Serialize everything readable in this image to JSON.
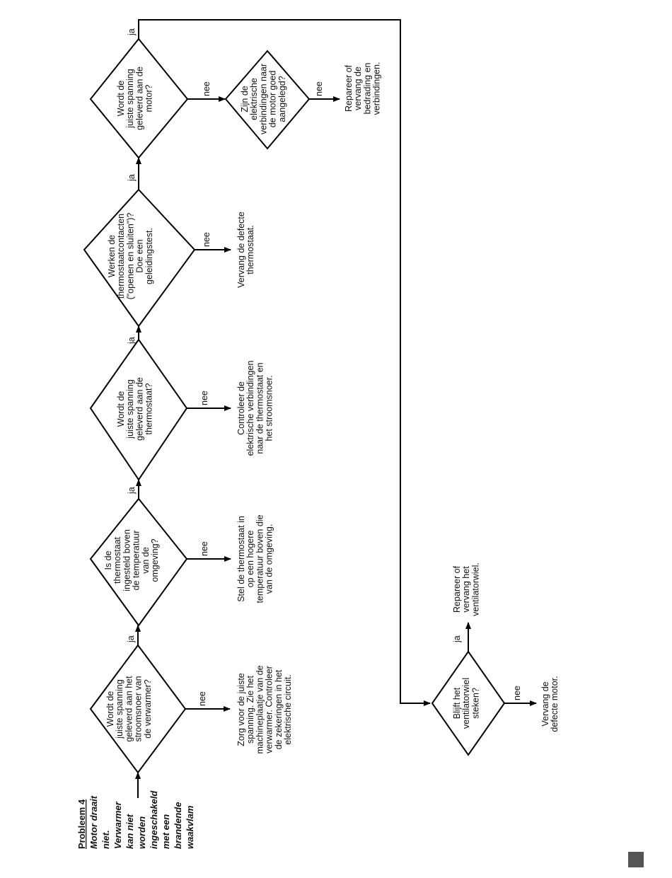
{
  "title": {
    "heading": "Probleem 4",
    "lines": [
      "Motor draait",
      "niet.",
      "Verwarmer",
      "kan niet",
      "worden",
      "ingeschakeld",
      "met een",
      "brandende",
      "waakvlam"
    ]
  },
  "decisions": [
    {
      "id": "d1",
      "lines": [
        "Wordt de",
        "juiste spanning",
        "geleverd aan het",
        "stroomsnoer van",
        "de verwarmer?"
      ]
    },
    {
      "id": "d2",
      "lines": [
        "Is de",
        "thermostaat",
        "ingesteld boven",
        "de temperatuur",
        "van de",
        "omgeving?"
      ]
    },
    {
      "id": "d3",
      "lines": [
        "Wordt de",
        "juiste spanning",
        "geleverd aan de",
        "thermostaat?"
      ]
    },
    {
      "id": "d4",
      "lines": [
        "Werken de",
        "thermostaatcontacten",
        "(\"openen en sluiten\")?",
        "Doe een",
        "geleidingstest."
      ]
    },
    {
      "id": "d5",
      "lines": [
        "Wordt de",
        "juiste spanning",
        "geleverd aan de",
        "motor?"
      ]
    },
    {
      "id": "d6",
      "lines": [
        "Zijn de",
        "elektrische",
        "verbindingen naar",
        "de motor goed",
        "aangelegd?"
      ]
    },
    {
      "id": "d7",
      "lines": [
        "Blijft het",
        "ventilatorwiel",
        "steken?"
      ]
    }
  ],
  "actions": [
    {
      "id": "a1",
      "lines": [
        "Zorg voor de juiste",
        "spanning. Zie het",
        "machineplaatje van de",
        "verwarmer. Controleer",
        "de zekeringen in het",
        "elektrische circuit."
      ]
    },
    {
      "id": "a2",
      "lines": [
        "Stel de thermostaat in",
        "op een hogere",
        "temperatuur boven die",
        "van de omgeving."
      ]
    },
    {
      "id": "a3",
      "lines": [
        "Controleer de",
        "elektrische verbindingen",
        "naar de thermostaat en",
        "het stroomsnoer."
      ]
    },
    {
      "id": "a4",
      "lines": [
        "Vervang de defecte",
        "thermostaat."
      ]
    },
    {
      "id": "a5",
      "lines": [
        "Repareer of",
        "vervang de",
        "bedrading en",
        "verbindingen."
      ]
    },
    {
      "id": "a6",
      "lines": [
        "Repareer of",
        "vervang het",
        "ventilatorwiel."
      ]
    },
    {
      "id": "a7",
      "lines": [
        "Vervang de",
        "defecte motor."
      ]
    }
  ],
  "labels": {
    "yes": "ja",
    "no": "nee"
  },
  "colors": {
    "stroke": "#000000",
    "background": "#ffffff",
    "corner_mark": "#555555"
  }
}
